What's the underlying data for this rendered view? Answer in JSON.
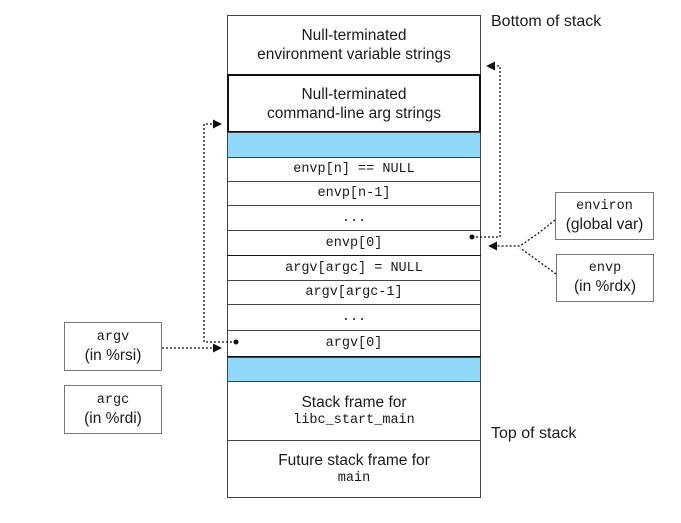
{
  "labels": {
    "bottom_of_stack": "Bottom of stack",
    "top_of_stack": "Top of stack"
  },
  "stack": {
    "env_strings": [
      "Null-terminated",
      "environment variable strings"
    ],
    "arg_strings": [
      "Null-terminated",
      "command-line arg strings"
    ],
    "envp_n": "envp[n] == NULL",
    "envp_n1": "envp[n-1]",
    "envp_dots": "...",
    "envp_0": "envp[0]",
    "argv_argc": "argv[argc] = NULL",
    "argv_argc1": "argv[argc-1]",
    "argv_dots": "...",
    "argv_0": "argv[0]",
    "libc_frame": [
      "Stack frame for",
      "libc_start_main"
    ],
    "future_frame": [
      "Future stack frame for",
      "main"
    ]
  },
  "registers": {
    "environ": [
      "environ",
      "(global var)"
    ],
    "envp": [
      "envp",
      "(in %rdx)"
    ],
    "argv": [
      "argv",
      "(in %rsi)"
    ],
    "argc": [
      "argc",
      "(in %rdi)"
    ]
  },
  "colors": {
    "padding_fill": "#8fd8f7",
    "border": "#444444"
  }
}
